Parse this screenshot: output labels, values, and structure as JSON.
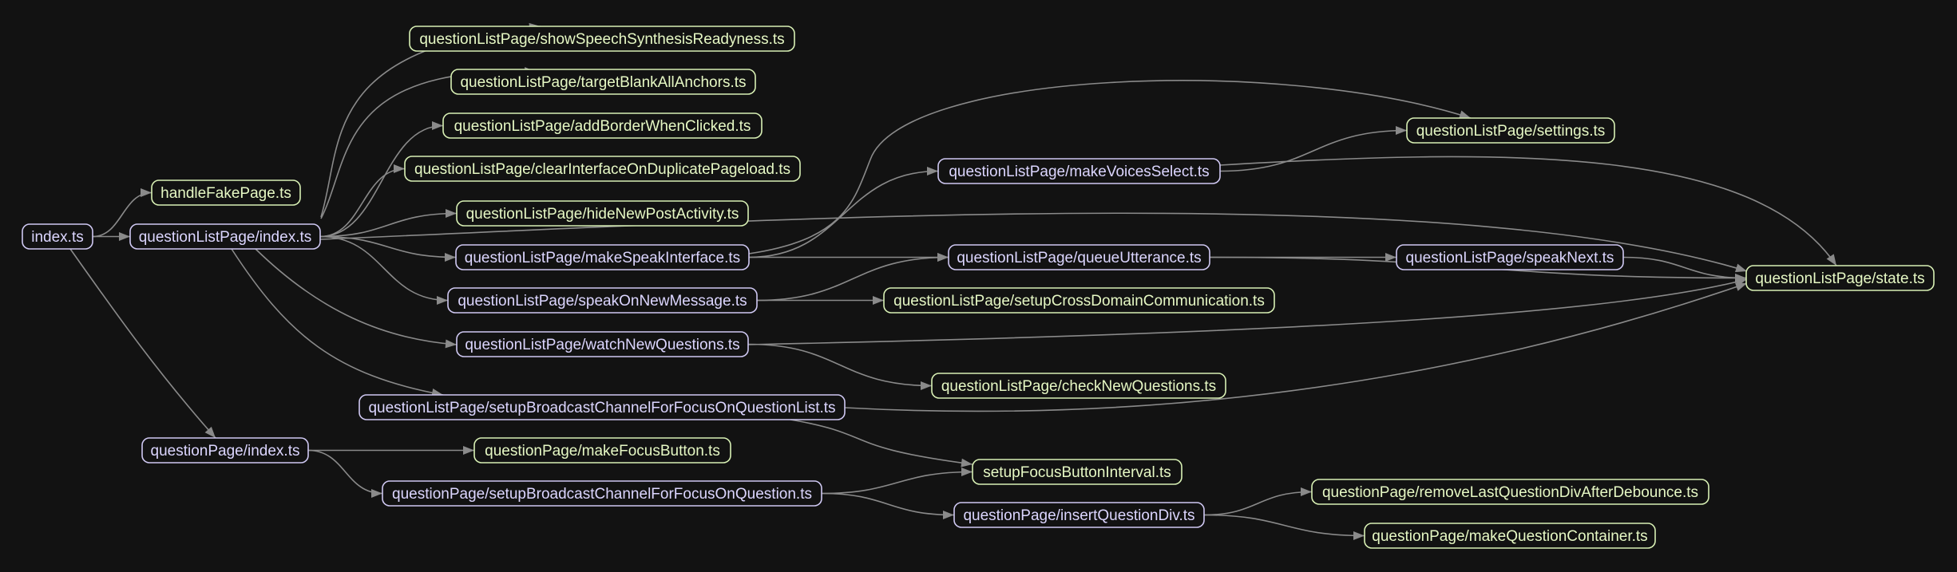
{
  "colors": {
    "background": "#121212",
    "edge": "#8a8a8a",
    "node_with_deps_border": "#cfc8f2",
    "node_with_deps_text": "#dcd6ff",
    "leaf_border": "#d8f0b4",
    "leaf_text": "#e6f8c4"
  },
  "nodes": [
    {
      "id": "index",
      "label": "index.ts",
      "kind": "entry"
    },
    {
      "id": "handleFakePage",
      "label": "handleFakePage.ts",
      "kind": "leaf"
    },
    {
      "id": "qlIndex",
      "label": "questionListPage/index.ts",
      "kind": "entry"
    },
    {
      "id": "qpIndex",
      "label": "questionPage/index.ts",
      "kind": "entry"
    },
    {
      "id": "showSpeech",
      "label": "questionListPage/showSpeechSynthesisReadyness.ts",
      "kind": "leaf"
    },
    {
      "id": "targetBlank",
      "label": "questionListPage/targetBlankAllAnchors.ts",
      "kind": "leaf"
    },
    {
      "id": "addBorder",
      "label": "questionListPage/addBorderWhenClicked.ts",
      "kind": "leaf"
    },
    {
      "id": "clearInterface",
      "label": "questionListPage/clearInterfaceOnDuplicatePageload.ts",
      "kind": "leaf"
    },
    {
      "id": "hideNewPost",
      "label": "questionListPage/hideNewPostActivity.ts",
      "kind": "leaf"
    },
    {
      "id": "makeSpeak",
      "label": "questionListPage/makeSpeakInterface.ts",
      "kind": "entry"
    },
    {
      "id": "speakOnNew",
      "label": "questionListPage/speakOnNewMessage.ts",
      "kind": "entry"
    },
    {
      "id": "watchNew",
      "label": "questionListPage/watchNewQuestions.ts",
      "kind": "entry"
    },
    {
      "id": "setupBCList",
      "label": "questionListPage/setupBroadcastChannelForFocusOnQuestionList.ts",
      "kind": "entry"
    },
    {
      "id": "makeFocusBtn",
      "label": "questionPage/makeFocusButton.ts",
      "kind": "leaf"
    },
    {
      "id": "setupBCQ",
      "label": "questionPage/setupBroadcastChannelForFocusOnQuestion.ts",
      "kind": "entry"
    },
    {
      "id": "makeVoices",
      "label": "questionListPage/makeVoicesSelect.ts",
      "kind": "entry"
    },
    {
      "id": "queueUtter",
      "label": "questionListPage/queueUtterance.ts",
      "kind": "entry"
    },
    {
      "id": "setupCross",
      "label": "questionListPage/setupCrossDomainCommunication.ts",
      "kind": "leaf"
    },
    {
      "id": "checkNew",
      "label": "questionListPage/checkNewQuestions.ts",
      "kind": "leaf"
    },
    {
      "id": "setupFocusInt",
      "label": "setupFocusButtonInterval.ts",
      "kind": "leaf"
    },
    {
      "id": "insertQDiv",
      "label": "questionPage/insertQuestionDiv.ts",
      "kind": "entry"
    },
    {
      "id": "settings",
      "label": "questionListPage/settings.ts",
      "kind": "leaf"
    },
    {
      "id": "speakNext",
      "label": "questionListPage/speakNext.ts",
      "kind": "entry"
    },
    {
      "id": "state",
      "label": "questionListPage/state.ts",
      "kind": "leaf"
    },
    {
      "id": "removeLast",
      "label": "questionPage/removeLastQuestionDivAfterDebounce.ts",
      "kind": "leaf"
    },
    {
      "id": "makeQCont",
      "label": "questionPage/makeQuestionContainer.ts",
      "kind": "leaf"
    }
  ],
  "edges": [
    [
      "index",
      "handleFakePage"
    ],
    [
      "index",
      "qlIndex"
    ],
    [
      "index",
      "qpIndex"
    ],
    [
      "qlIndex",
      "showSpeech"
    ],
    [
      "qlIndex",
      "targetBlank"
    ],
    [
      "qlIndex",
      "addBorder"
    ],
    [
      "qlIndex",
      "clearInterface"
    ],
    [
      "qlIndex",
      "hideNewPost"
    ],
    [
      "qlIndex",
      "makeSpeak"
    ],
    [
      "qlIndex",
      "speakOnNew"
    ],
    [
      "qlIndex",
      "watchNew"
    ],
    [
      "qlIndex",
      "setupBCList"
    ],
    [
      "qlIndex",
      "state"
    ],
    [
      "makeSpeak",
      "makeVoices"
    ],
    [
      "makeSpeak",
      "queueUtter"
    ],
    [
      "makeSpeak",
      "settings"
    ],
    [
      "makeVoices",
      "settings"
    ],
    [
      "makeVoices",
      "state"
    ],
    [
      "speakOnNew",
      "queueUtter"
    ],
    [
      "speakOnNew",
      "setupCross"
    ],
    [
      "queueUtter",
      "speakNext"
    ],
    [
      "queueUtter",
      "state"
    ],
    [
      "speakNext",
      "state"
    ],
    [
      "watchNew",
      "checkNew"
    ],
    [
      "watchNew",
      "state"
    ],
    [
      "setupBCList",
      "setupFocusInt"
    ],
    [
      "setupBCList",
      "state"
    ],
    [
      "qpIndex",
      "makeFocusBtn"
    ],
    [
      "qpIndex",
      "setupBCQ"
    ],
    [
      "setupBCQ",
      "setupFocusInt"
    ],
    [
      "setupBCQ",
      "insertQDiv"
    ],
    [
      "insertQDiv",
      "removeLast"
    ],
    [
      "insertQDiv",
      "makeQCont"
    ]
  ]
}
